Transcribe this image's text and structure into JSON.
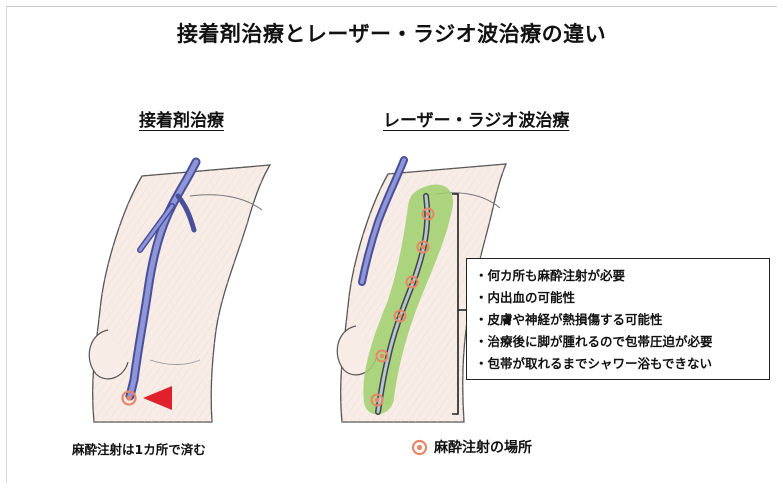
{
  "title": "接着剤治療とレーザー・ラジオ波治療の違い",
  "left": {
    "heading": "接着剤治療",
    "caption": "麻酔注射は1カ所で済む"
  },
  "right": {
    "heading": "レーザー・ラジオ波治療",
    "notes": [
      "・何カ所も麻酔注射が必要",
      "・内出血の可能性",
      "・皮膚や神経が熱損傷する可能性",
      "・治療後に脚が腫れるので包帯圧迫が必要",
      "・包帯が取れるまでシャワー浴もできない"
    ]
  },
  "legend": {
    "label": "麻酔注射の場所",
    "icon": "injection-site-icon"
  },
  "colors": {
    "vein": "#6f78c4",
    "vein_dark": "#4a4f9a",
    "skin": "#f7ece6",
    "treated_zone": "#9fd06c",
    "injection_dot": "#e8866a",
    "arrow": "#e0202a"
  }
}
